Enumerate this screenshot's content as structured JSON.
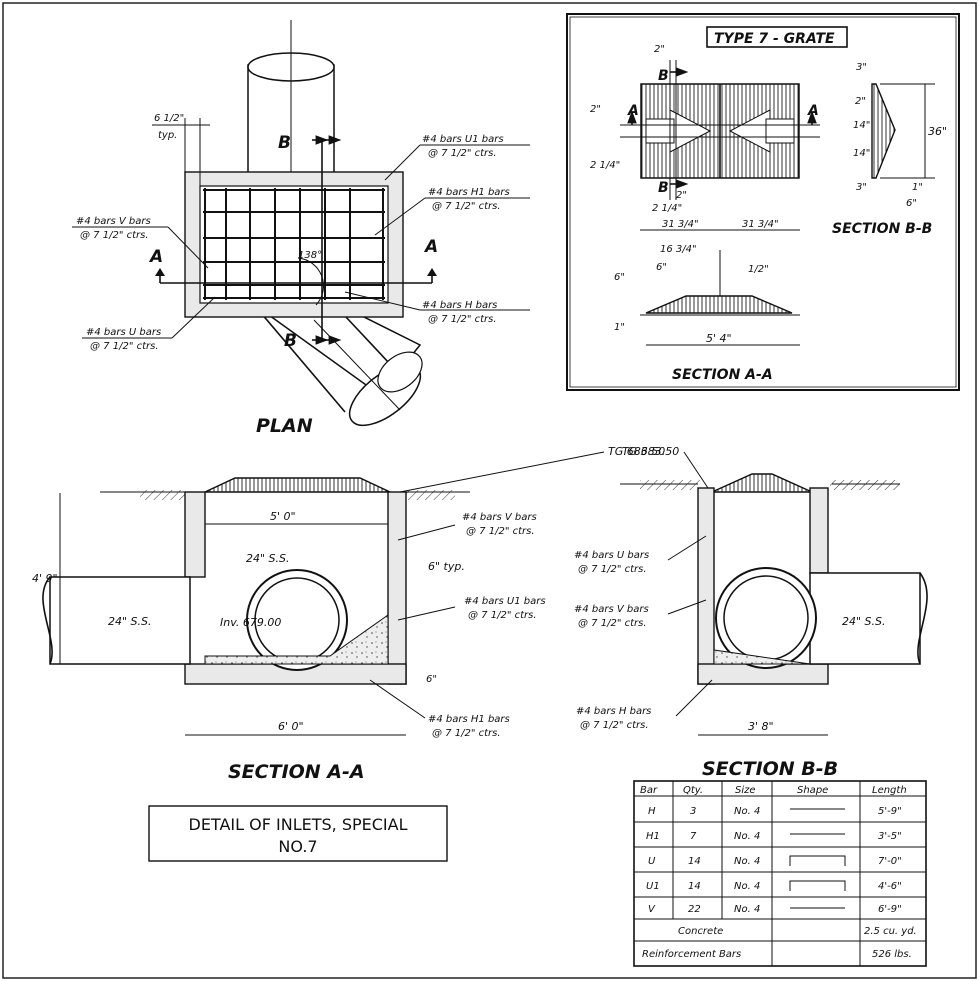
{
  "plan": {
    "title": "PLAN",
    "dim_6_half": "6 1/2\"",
    "dim_typ": "typ.",
    "u1_label": "#4 bars U1 bars",
    "u1_ctrs": "@ 7 1/2\" ctrs.",
    "h1_label": "#4 bars H1 bars",
    "h1_ctrs": "@ 7 1/2\" ctrs.",
    "v_label": "#4 bars V bars",
    "v_ctrs": "@ 7 1/2\" ctrs.",
    "h_label": "#4 bars H bars",
    "h_ctrs": "@ 7 1/2\" ctrs.",
    "u_label": "#4 bars U bars",
    "u_ctrs": "@ 7 1/2\" ctrs.",
    "angle": "138°",
    "sec_a": "A",
    "sec_b": "B"
  },
  "grate": {
    "title": "TYPE 7 - GRATE",
    "d_2_top": "2\"",
    "d_3_top": "3\"",
    "d_2_left": "2\"",
    "d_2q_left": "2 1/4\"",
    "d_2_mid": "2\"",
    "d_2q_mid": "2 1/4\"",
    "d_31a": "31 3/4\"",
    "d_31b": "31 3/4\"",
    "d_16": "16 3/4\"",
    "d_6_left": "6\"",
    "d_half": "1/2\"",
    "d_6_vert": "6\"",
    "d_1_vert": "1\"",
    "d_54": "5' 4\"",
    "d_b_2": "2\"",
    "d_b_14a": "14\"",
    "d_b_14b": "14\"",
    "d_b_3": "3\"",
    "d_b_36": "36\"",
    "d_b_1": "1\"",
    "d_b_6": "6\"",
    "sec_bb": "SECTION B-B",
    "sec_aa": "SECTION A-A",
    "lbl_a": "A",
    "lbl_b": "B"
  },
  "section_aa": {
    "title": "SECTION A-A",
    "tg": "TG 683.50",
    "d_50": "5' 0\"",
    "d_49": "4' 9\"",
    "pipe_lbl": "24\" S.S.",
    "pipe_in": "24\" S.S.",
    "inv": "Inv. 679.00",
    "typ6": "6\" typ.",
    "v_label": "#4 bars V bars",
    "v_ctrs": "@ 7 1/2\" ctrs.",
    "u1_label": "#4 bars U1 bars",
    "u1_ctrs": "@ 7 1/2\" ctrs.",
    "h1_label": "#4 bars H1 bars",
    "h1_ctrs": "@ 7 1/2\" ctrs.",
    "d_6b": "6\"",
    "d_60": "6' 0\""
  },
  "section_bb": {
    "title": "SECTION B-B",
    "tg": "TG 683.50",
    "u_label": "#4 bars U bars",
    "u_ctrs": "@ 7 1/2\" ctrs.",
    "v_label": "#4 bars V bars",
    "v_ctrs": "@ 7 1/2\" ctrs.",
    "h_label": "#4 bars H bars",
    "h_ctrs": "@ 7 1/2\" ctrs.",
    "pipe_lbl": "24\" S.S.",
    "d_38": "3' 8\""
  },
  "detail_title": {
    "line1": "DETAIL OF INLETS, SPECIAL",
    "line2": "NO.7"
  },
  "table": {
    "headers": [
      "Bar",
      "Qty.",
      "Size",
      "Shape",
      "Length"
    ],
    "rows": [
      {
        "bar": "H",
        "qty": "3",
        "size": "No. 4",
        "shape": "line",
        "length": "5'-9\""
      },
      {
        "bar": "H1",
        "qty": "7",
        "size": "No. 4",
        "shape": "line",
        "length": "3'-5\""
      },
      {
        "bar": "U",
        "qty": "14",
        "size": "No. 4",
        "shape": "u",
        "length": "7'-0\""
      },
      {
        "bar": "U1",
        "qty": "14",
        "size": "No. 4",
        "shape": "u",
        "length": "4'-6\""
      },
      {
        "bar": "V",
        "qty": "22",
        "size": "No. 4",
        "shape": "line",
        "length": "6'-9\""
      }
    ],
    "concrete_label": "Concrete",
    "concrete_val": "2.5 cu. yd.",
    "reinf_label": "Reinforcement Bars",
    "reinf_val": "526 lbs."
  }
}
